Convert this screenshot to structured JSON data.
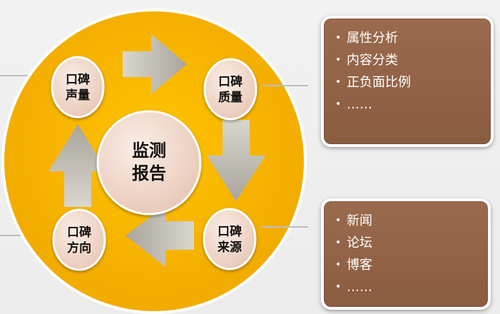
{
  "center": {
    "line1": "监测",
    "line2": "报告"
  },
  "nodes": {
    "top_left": {
      "line1": "口碑",
      "line2": "声量"
    },
    "top_right": {
      "line1": "口碑",
      "line2": "质量"
    },
    "bottom_right": {
      "line1": "口碑",
      "line2": "来源"
    },
    "bottom_left": {
      "line1": "口碑",
      "line2": "方向"
    }
  },
  "panels": {
    "quality_details": {
      "items": [
        "属性分析",
        "内容分类",
        "正负面比例",
        "……"
      ]
    },
    "source_details": {
      "items": [
        "新闻",
        "论坛",
        "博客",
        "……"
      ]
    }
  },
  "colors": {
    "circle_fill": "#f5b400",
    "node_fill": "#f1d6c8",
    "box_fill": "#8e5f43",
    "arrow_fill": "#c4c0b6",
    "connector": "#bdbdbd"
  }
}
